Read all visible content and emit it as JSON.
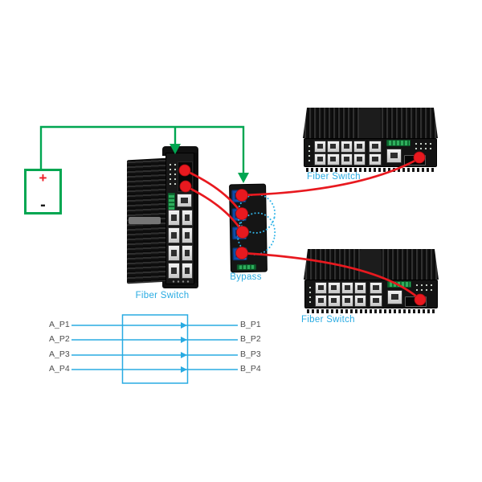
{
  "power_supply": {
    "plus": "+",
    "minus": "-"
  },
  "devices": {
    "main_switch": {
      "label": "Fiber Switch"
    },
    "bypass": {
      "label": "Bypass"
    },
    "top_switch": {
      "label": "Fiber Switch"
    },
    "bottom_switch": {
      "label": "Fiber Switch"
    }
  },
  "port_map": {
    "rows": [
      {
        "a": "A_P1",
        "b": "B_P1"
      },
      {
        "a": "A_P2",
        "b": "B_P2"
      },
      {
        "a": "A_P3",
        "b": "B_P3"
      },
      {
        "a": "A_P4",
        "b": "B_P4"
      }
    ]
  },
  "connections": {
    "power_wire_color": "#00A651",
    "fiber_link_color": "#E8191F",
    "accent_blue": "#29ABE2",
    "power_links": [
      {
        "from": "power-supply",
        "to": "main-switch"
      },
      {
        "from": "power-supply",
        "to": "bypass"
      }
    ],
    "fiber_links": [
      {
        "from": "main-switch-fiber-port-1",
        "to": "bypass-port-2"
      },
      {
        "from": "main-switch-fiber-port-2",
        "to": "bypass-port-3"
      },
      {
        "from": "bypass-port-1",
        "to": "top-switch-sfp"
      },
      {
        "from": "bypass-port-4",
        "to": "bottom-switch-sfp"
      }
    ],
    "bypass_internal_paths": [
      {
        "from": "bypass-port-1",
        "to": "bypass-port-3",
        "style": "dotted"
      },
      {
        "from": "bypass-port-2",
        "to": "bypass-port-4",
        "style": "dotted"
      }
    ]
  }
}
